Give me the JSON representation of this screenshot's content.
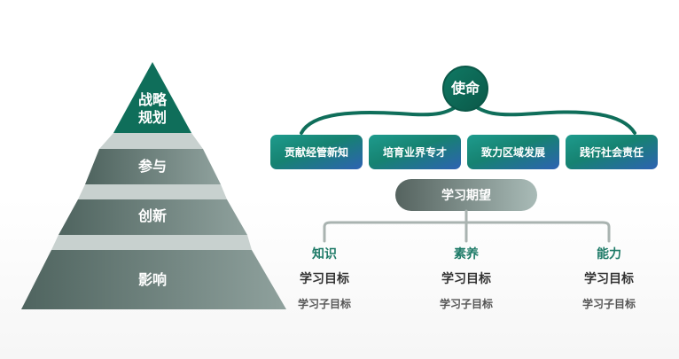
{
  "pyramid": {
    "top": [
      "战略",
      "规划"
    ],
    "levels": [
      "参与",
      "创新",
      "影响"
    ]
  },
  "mission": {
    "label": "使命",
    "items": [
      "贡献经管新知",
      "培育业界专才",
      "致力区域发展",
      "践行社会责任"
    ]
  },
  "expectation": {
    "label": "学习期望"
  },
  "columns": [
    {
      "title": "知识",
      "goal": "学习目标",
      "subgoal": "学习子目标"
    },
    {
      "title": "素养",
      "goal": "学习目标",
      "subgoal": "学习子目标"
    },
    {
      "title": "能力",
      "goal": "学习目标",
      "subgoal": "学习子目标"
    }
  ],
  "colors": {
    "green": "#0f6e5a",
    "teal_dark": "#1b8a76",
    "teal_light": "#1ea69a",
    "blue": "#2d66b7",
    "gray_dark": "#607671",
    "gray_light": "#8fa19d"
  }
}
